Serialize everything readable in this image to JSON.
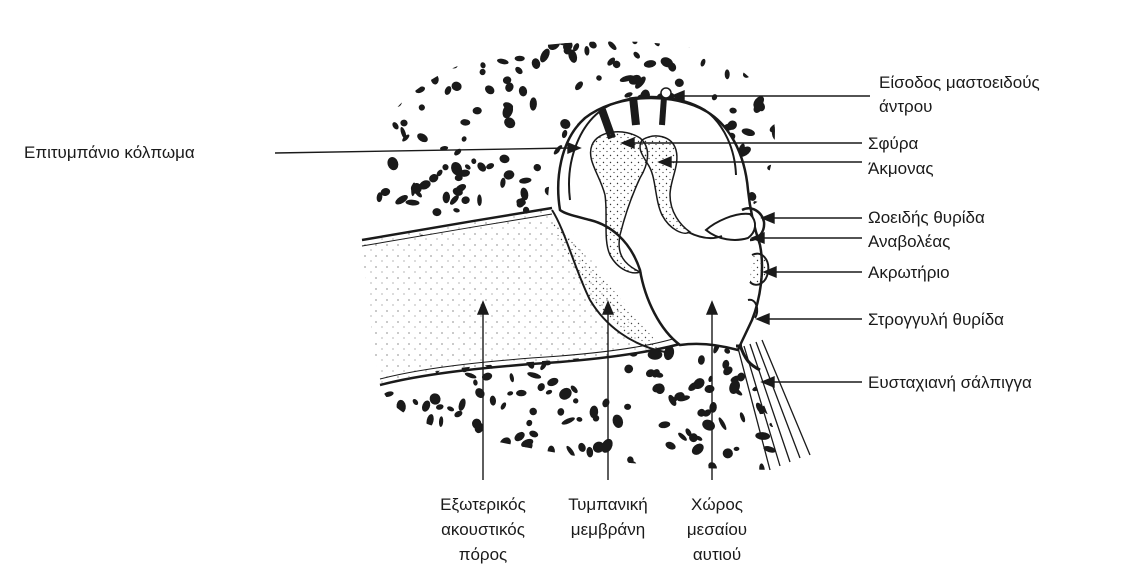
{
  "labels": {
    "mastoid_entrance_line1": "Είσοδος μαστοειδούς",
    "mastoid_entrance_line2": "άντρου",
    "epitympanic_recess": "Επιτυμπάνιο κόλπωμα",
    "malleus": "Σφύρα",
    "incus": "Άκμονας",
    "oval_window": "Ωοειδής θυρίδα",
    "stapes": "Αναβολέας",
    "promontory": "Ακρωτήριο",
    "round_window": "Στρογγυλή θυρίδα",
    "eustachian_tube": "Ευσταχιανή σάλπιγγα",
    "external_canal_line1": "Εξωτερικός",
    "external_canal_line2": "ακουστικός",
    "external_canal_line3": "πόρος",
    "tympanic_membrane_line1": "Τυμπανική",
    "tympanic_membrane_line2": "μεμβράνη",
    "middle_ear_line1": "Χώρος",
    "middle_ear_line2": "μεσαίου",
    "middle_ear_line3": "αυτιού"
  },
  "colors": {
    "ink": "#1a1a1a",
    "paper": "#ffffff"
  }
}
